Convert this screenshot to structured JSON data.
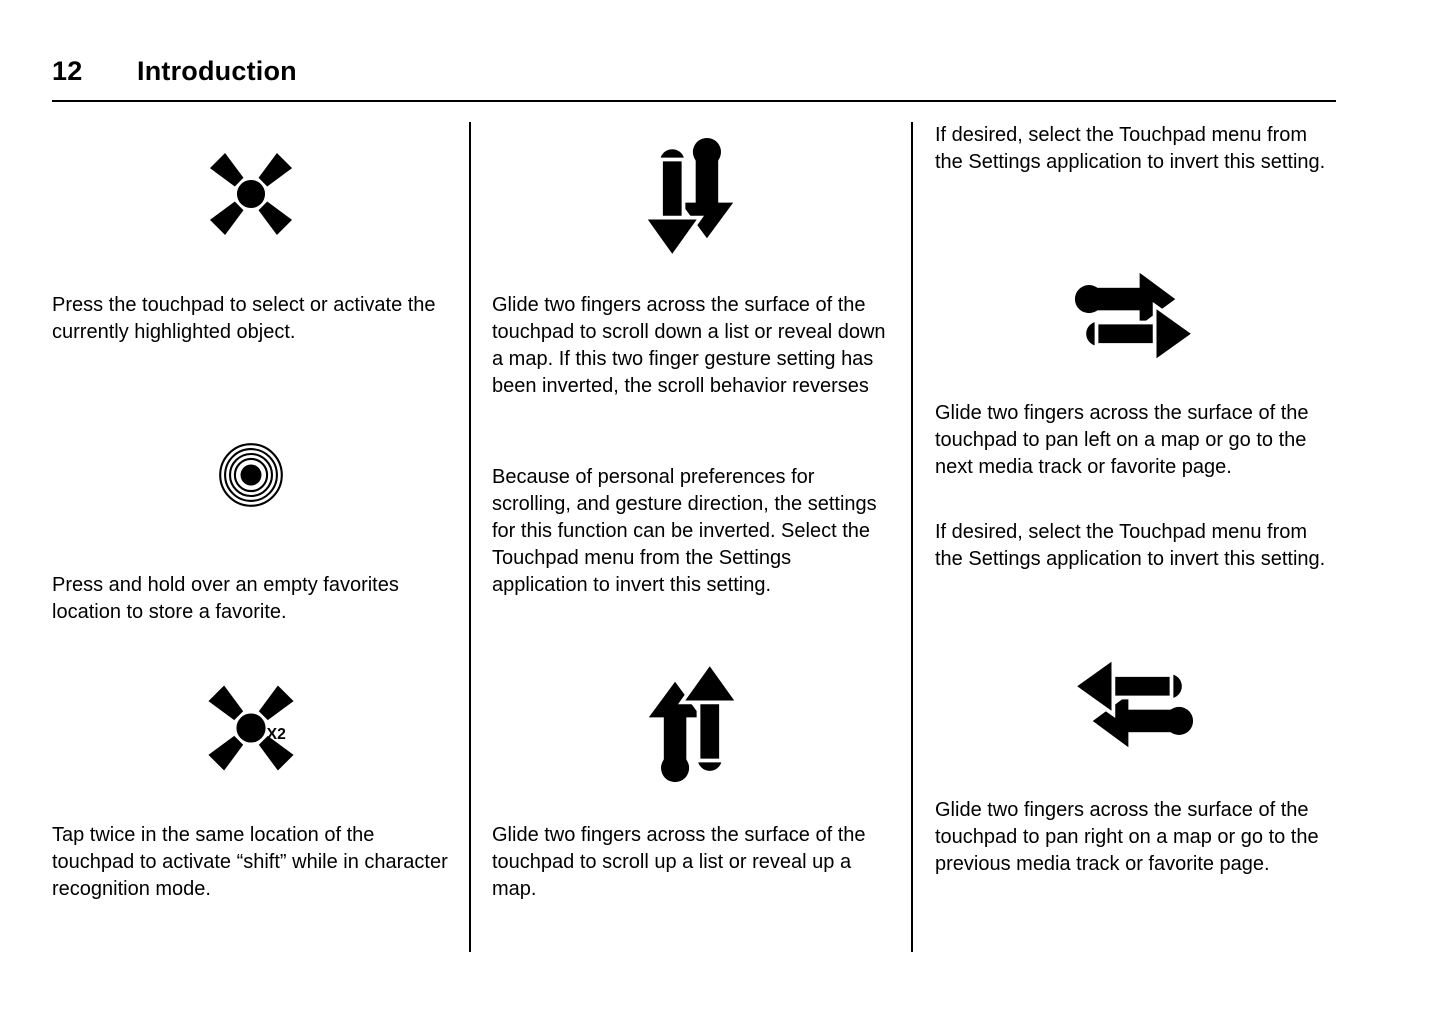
{
  "header": {
    "page_number": "12",
    "title": "Introduction"
  },
  "colors": {
    "text": "#000000",
    "background": "#ffffff",
    "rule": "#000000"
  },
  "icons": {
    "press_select": "press-touchpad-icon",
    "press_hold": "press-hold-icon",
    "tap_twice": "tap-twice-icon",
    "swipe_down": "two-finger-swipe-down-icon",
    "swipe_up": "two-finger-swipe-up-icon",
    "swipe_right": "two-finger-swipe-right-icon",
    "swipe_left": "two-finger-swipe-left-icon"
  },
  "col1": {
    "press_text": "Press the touchpad to select or activate the currently highlighted object.",
    "hold_text": "Press and hold over an empty favorites location to store a favorite.",
    "tap_twice_badge": "X2",
    "tap_twice_text": "Tap twice in the same location of the touchpad to activate “shift” while in character recognition mode."
  },
  "col2": {
    "scroll_down_text": "Glide two fingers across the surface of the touchpad to scroll down a list or reveal down a map. If this two finger gesture setting has been inverted, the scroll behavior reverses",
    "invert_note_text": "Because of personal preferences for scrolling, and gesture direction, the settings for this function can be inverted. Select the Touchpad menu from the Settings application to invert this setting.",
    "scroll_up_text": "Glide two fingers across the surface of the touchpad to scroll up a list or reveal up a map."
  },
  "col3": {
    "invert_note_top": "If desired, select the Touchpad menu from the Settings application to invert this setting.",
    "pan_next_text": "Glide two fingers across the surface of the touchpad to pan left on a map or go to the next media track or favorite page.",
    "invert_note_mid": "If desired, select the Touchpad menu from the Settings application to invert this setting.",
    "pan_previous_text": "Glide two fingers across the surface of the touchpad to pan right on a map or go to the previous media track or favorite page."
  }
}
